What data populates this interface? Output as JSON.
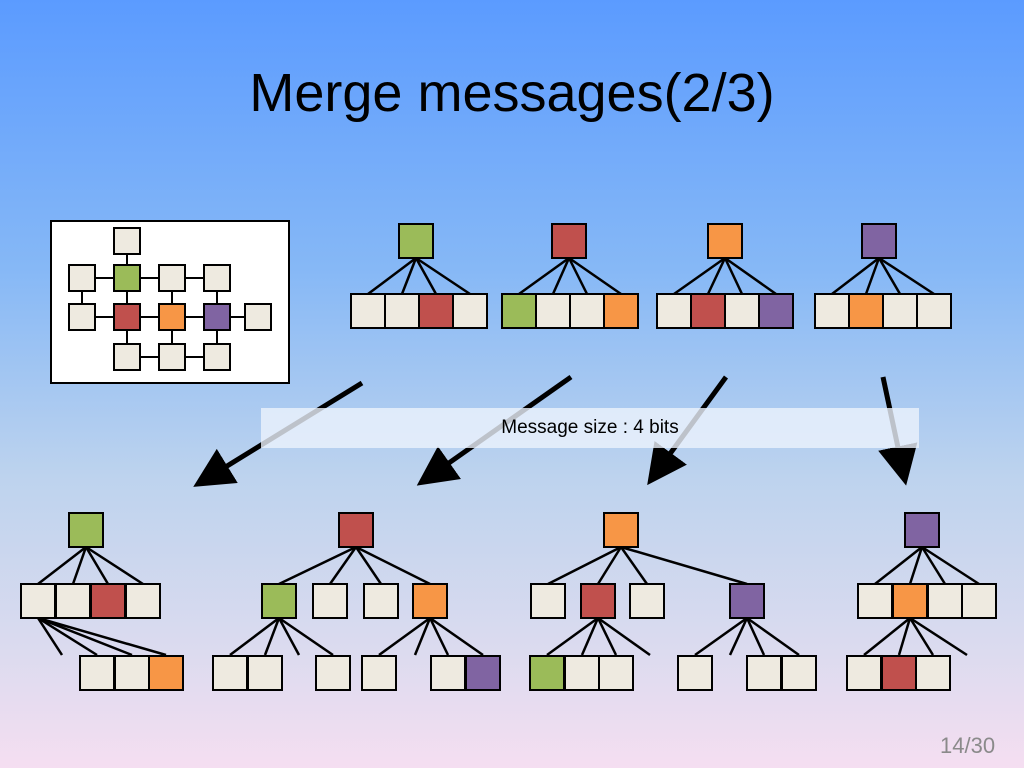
{
  "title": "Merge messages(2/3)",
  "caption": "Message size : 4 bits",
  "page_number": "14/30",
  "colors": {
    "blank": "#eeeae0",
    "green": "#9bbb59",
    "red": "#c0504d",
    "orange": "#f79646",
    "purple": "#8064a2"
  },
  "network": {
    "nodes": [
      {
        "color": "blank"
      },
      {
        "color": "blank"
      },
      {
        "color": "green"
      },
      {
        "color": "blank"
      },
      {
        "color": "blank"
      },
      {
        "color": "blank"
      },
      {
        "color": "red"
      },
      {
        "color": "orange"
      },
      {
        "color": "purple"
      },
      {
        "color": "blank"
      },
      {
        "color": "blank"
      },
      {
        "color": "blank"
      },
      {
        "color": "blank"
      }
    ]
  },
  "top_messages": [
    {
      "root": "green",
      "cells": [
        "blank",
        "blank",
        "red",
        "blank"
      ]
    },
    {
      "root": "red",
      "cells": [
        "green",
        "blank",
        "blank",
        "orange"
      ]
    },
    {
      "root": "orange",
      "cells": [
        "blank",
        "red",
        "blank",
        "purple"
      ]
    },
    {
      "root": "purple",
      "cells": [
        "blank",
        "orange",
        "blank",
        "blank"
      ]
    }
  ],
  "merged_trees": [
    {
      "root": "green",
      "level1": [
        "blank",
        "blank",
        "red",
        "blank"
      ],
      "level2": [
        "blank",
        "blank",
        "orange"
      ]
    },
    {
      "root": "red",
      "level1": [
        "green",
        "blank",
        "blank",
        "orange"
      ],
      "level2": [
        "blank",
        "blank",
        "blank",
        "blank",
        "blank",
        "purple"
      ]
    },
    {
      "root": "orange",
      "level1": [
        "blank",
        "red",
        "blank",
        "purple"
      ],
      "level2": [
        "green",
        "blank",
        "blank",
        "blank",
        "blank",
        "blank"
      ]
    },
    {
      "root": "purple",
      "level1": [
        "blank",
        "orange",
        "blank",
        "blank"
      ],
      "level2": [
        "blank",
        "red",
        "blank"
      ]
    }
  ]
}
